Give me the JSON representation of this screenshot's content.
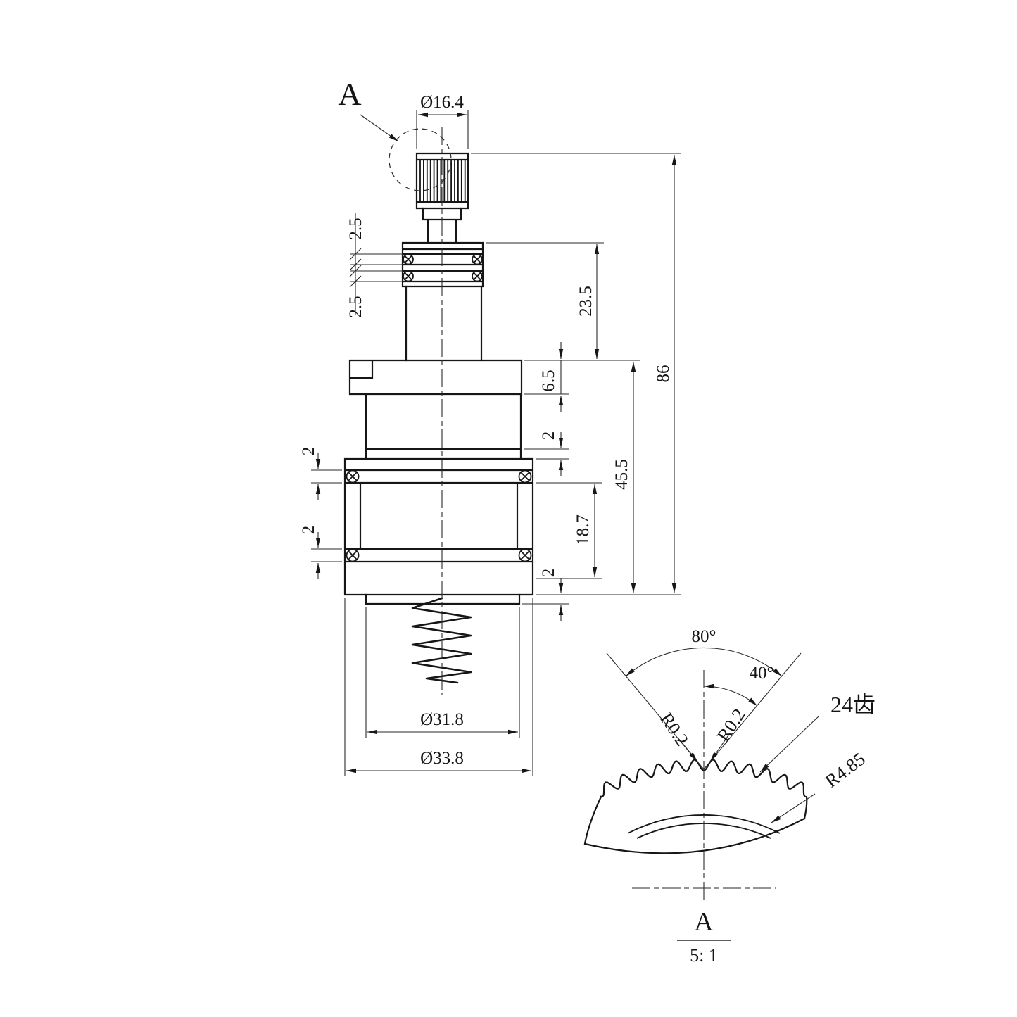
{
  "drawing": {
    "callout": {
      "label": "A"
    },
    "dims": {
      "top_diameter": "Ø16.4",
      "groove25_top": "2.5",
      "groove25_bottom": "2.5",
      "h235": "23.5",
      "h86": "86",
      "h65": "6.5",
      "h2_step": "2",
      "h455": "45.5",
      "h187": "18.7",
      "groove2_top": "2",
      "groove2_bottom": "2",
      "h2_bottom": "2",
      "dia_inner": "Ø31.8",
      "dia_outer": "Ø33.8"
    },
    "detail": {
      "angle80": "80°",
      "angle40": "40°",
      "r02_left": "R0.2",
      "r02_right": "R0.2",
      "teeth": "24齿",
      "radius": "R4.85",
      "title": "A",
      "scale": "5: 1"
    }
  }
}
